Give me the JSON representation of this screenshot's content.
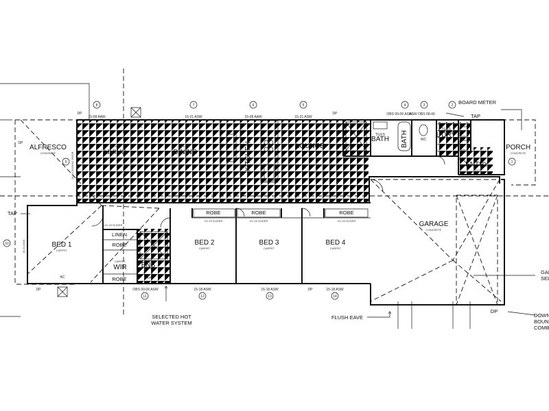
{
  "rooms": {
    "alfresco": {
      "name": "ALFRESCO",
      "finish": "CONCRETE"
    },
    "living": {
      "name": "LIVING",
      "finish": "TILES"
    },
    "dining": {
      "name": "DINING",
      "finish": "TILES"
    },
    "kitchen": {
      "name": "KITCHEN",
      "finish": "TILES"
    },
    "lounge": {
      "name": "LOUNGE",
      "finish": "TILES"
    },
    "bath": {
      "name": "BATH",
      "finish": "TILES"
    },
    "bath2": {
      "name": "BATH"
    },
    "wc": {
      "name": "WC"
    },
    "ldry": {
      "name": "L'DRY",
      "finish": "TILES"
    },
    "porch": {
      "name": "PORCH",
      "finish": "CONCRETE"
    },
    "entry": {
      "name": "ENTRY",
      "finish": "TILES"
    },
    "bed1": {
      "name": "BED 1",
      "finish": "CARPET"
    },
    "bed2": {
      "name": "BED 2",
      "finish": "CARPET"
    },
    "bed3": {
      "name": "BED 3",
      "finish": "CARPET"
    },
    "bed4": {
      "name": "BED 4",
      "finish": "CARPET"
    },
    "garage": {
      "name": "GARAGE",
      "finish": "CONCRETE"
    },
    "wir": {
      "name": "WIR",
      "finish": "CARPET"
    },
    "ens": {
      "name": "ENS",
      "finish": "TILES"
    }
  },
  "joinery": {
    "linen": "LINEN",
    "robe": "ROBE",
    "robe_slider": "2/1-16 SLIDER",
    "robe_slider2": "2/1-15 SLIDER",
    "wir_slider": "2/1-15 SLIDER"
  },
  "windows": {
    "w8": {
      "num": "8",
      "code": "15-08 AAW"
    },
    "w7": {
      "num": "7",
      "code": "15-21 ASW"
    },
    "w6": {
      "num": "6",
      "code": "15-08 AAW"
    },
    "w5": {
      "num": "5",
      "code": "15-21 ASW"
    },
    "w4": {
      "num": "4",
      "code": "OBS 09-06 ASW"
    },
    "w3": {
      "num": "3",
      "code": "ASW OBS 09-06"
    },
    "w2": {
      "num": "2",
      "code": ""
    },
    "w1": {
      "num": "1",
      "code": ""
    },
    "w9": {
      "num": "9",
      "code": "24-21 SLIDING DOOR"
    },
    "w10": {
      "num": "10",
      "code": "15-21 ASW"
    },
    "w11": {
      "num": "11",
      "code": "OBS 09-06 ASW"
    },
    "w12": {
      "num": "12",
      "code": "15-18 ASW"
    },
    "w13": {
      "num": "13",
      "code": "15-18 ASW"
    },
    "w14": {
      "num": "14",
      "code": "15-18 ASW"
    }
  },
  "labels": {
    "dp": "DP",
    "ac": "AC",
    "tap": "TAP",
    "board_meter": "BOARD METER",
    "tap2": "TAP",
    "hot_water": "SELECTED HOT WATER SYSTEM",
    "hot_water_l1": "SELECTED HOT",
    "hot_water_l2": "WATER SYSTEM",
    "flush_eave": "FLUSH EAVE",
    "gar_partial_1": "GAR",
    "gar_partial_2": "SEL",
    "down_1": "DOWN",
    "down_2": "BOUN",
    "down_3": "COMB"
  }
}
